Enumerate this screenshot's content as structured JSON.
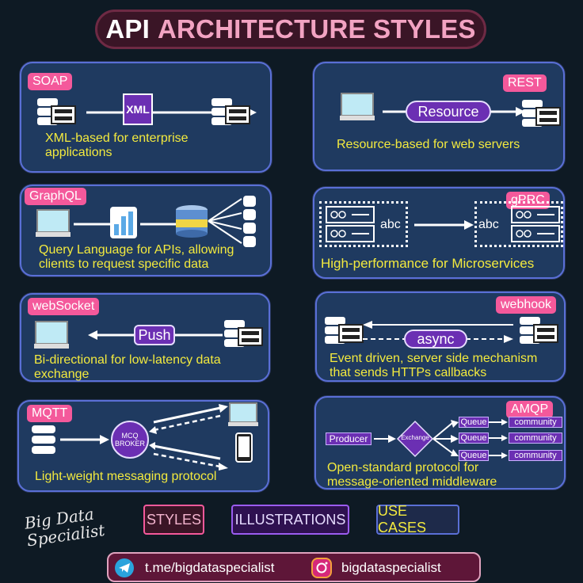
{
  "title": {
    "word1": "API",
    "word2": "ARCHITECTURE STYLES"
  },
  "cards": {
    "soap": {
      "tag": "SOAP",
      "box": "XML",
      "desc": "XML-based for enterprise applications"
    },
    "rest": {
      "tag": "REST",
      "pill": "Resource",
      "desc": "Resource-based for web servers"
    },
    "graphql": {
      "tag": "GraphQL",
      "desc": "Query Language for APIs, allowing clients to request specific data"
    },
    "grpc": {
      "tag": "gPRC",
      "left_label": "abc",
      "right_label": "abc",
      "desc": "High-performance for Microservices"
    },
    "websocket": {
      "tag": "webSocket",
      "pill": "Push",
      "desc": "Bi-directional for low-latency data exchange"
    },
    "webhook": {
      "tag": "webhook",
      "pill": "async",
      "desc": "Event driven, server side mechanism that sends HTTPs callbacks"
    },
    "mqtt": {
      "tag": "MQTT",
      "broker": "MCQ BROKER",
      "desc": "Light-weight messaging protocol"
    },
    "amqp": {
      "tag": "AMQP",
      "producer": "Producer",
      "exchange": "Exchange",
      "queue": "Queue",
      "community": "community",
      "desc": "Open-standard protocol for message-oriented middleware"
    }
  },
  "legend": {
    "styles": "STYLES",
    "illustrations": "ILLUSTRATIONS",
    "use_cases": "USE CASES"
  },
  "signature": "Big Data Specialist",
  "footer": {
    "telegram": "t.me/bigdataspecialist",
    "instagram": "bigdataspecialist"
  },
  "colors": {
    "tag": "#f4599b",
    "desc": "#f3ea3e",
    "card": "#1f3a60",
    "pill": "#6b2fb3"
  }
}
